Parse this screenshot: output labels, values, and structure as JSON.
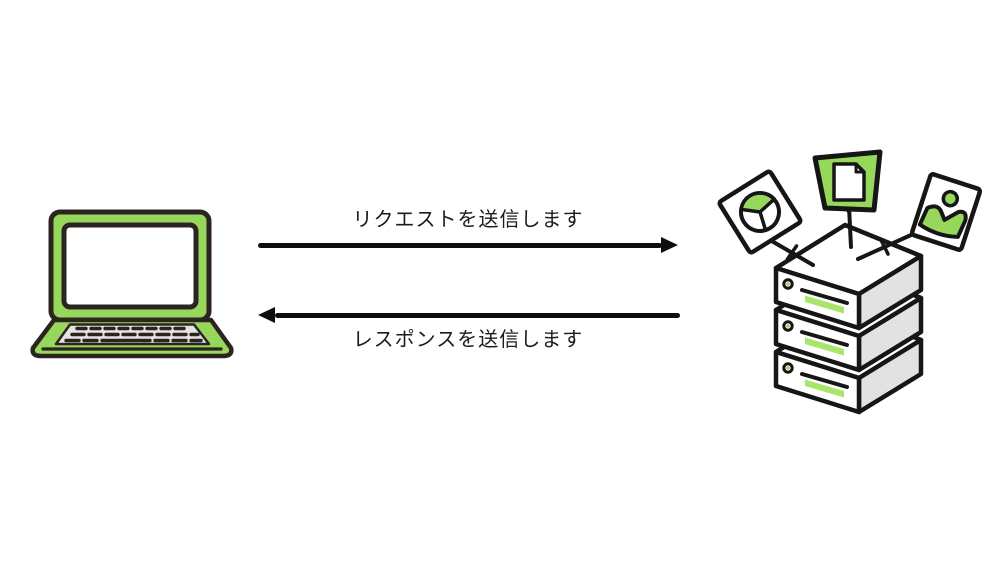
{
  "page": {
    "background": "#ffffff"
  },
  "colors": {
    "accent_green": "#97d75b",
    "bar_green": "#a8e56d",
    "laptop_outline": "#2b2420",
    "server_outline": "#161616",
    "server_side_gray": "#e2e2e2",
    "keyboard_gray": "#e4e4e2",
    "arrow_black": "#0d0d0d",
    "text": "#1c1c1c"
  },
  "nodes": {
    "client": {
      "icon": "laptop-icon"
    },
    "server": {
      "icon": "server-stack-icon",
      "units": 3,
      "cards": [
        {
          "icon": "pie-chart-card-icon"
        },
        {
          "icon": "document-card-icon"
        },
        {
          "icon": "image-card-icon"
        }
      ]
    }
  },
  "flow": {
    "request": {
      "label": "リクエストを送信します",
      "direction": "right"
    },
    "response": {
      "label": "レスポンスを送信します",
      "direction": "left"
    }
  }
}
